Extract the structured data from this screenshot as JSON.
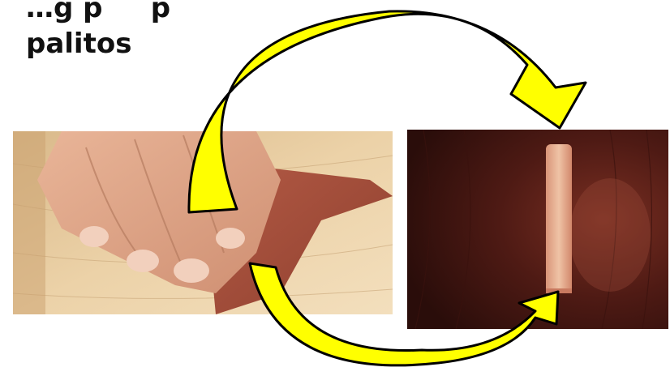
{
  "slide": {
    "title_line1": "…g p     p",
    "title_line2": "palitos"
  },
  "colors": {
    "arrow_fill": "#ffff00",
    "arrow_stroke": "#000000",
    "wood_light": "#e6c79b",
    "wood_dark": "#4a1a12",
    "sandpaper": "#a8523f",
    "stick": "#e2a98a"
  },
  "images": {
    "left": "hand-sanding-wood-photo",
    "right": "sanded-wood-stick-photo"
  }
}
